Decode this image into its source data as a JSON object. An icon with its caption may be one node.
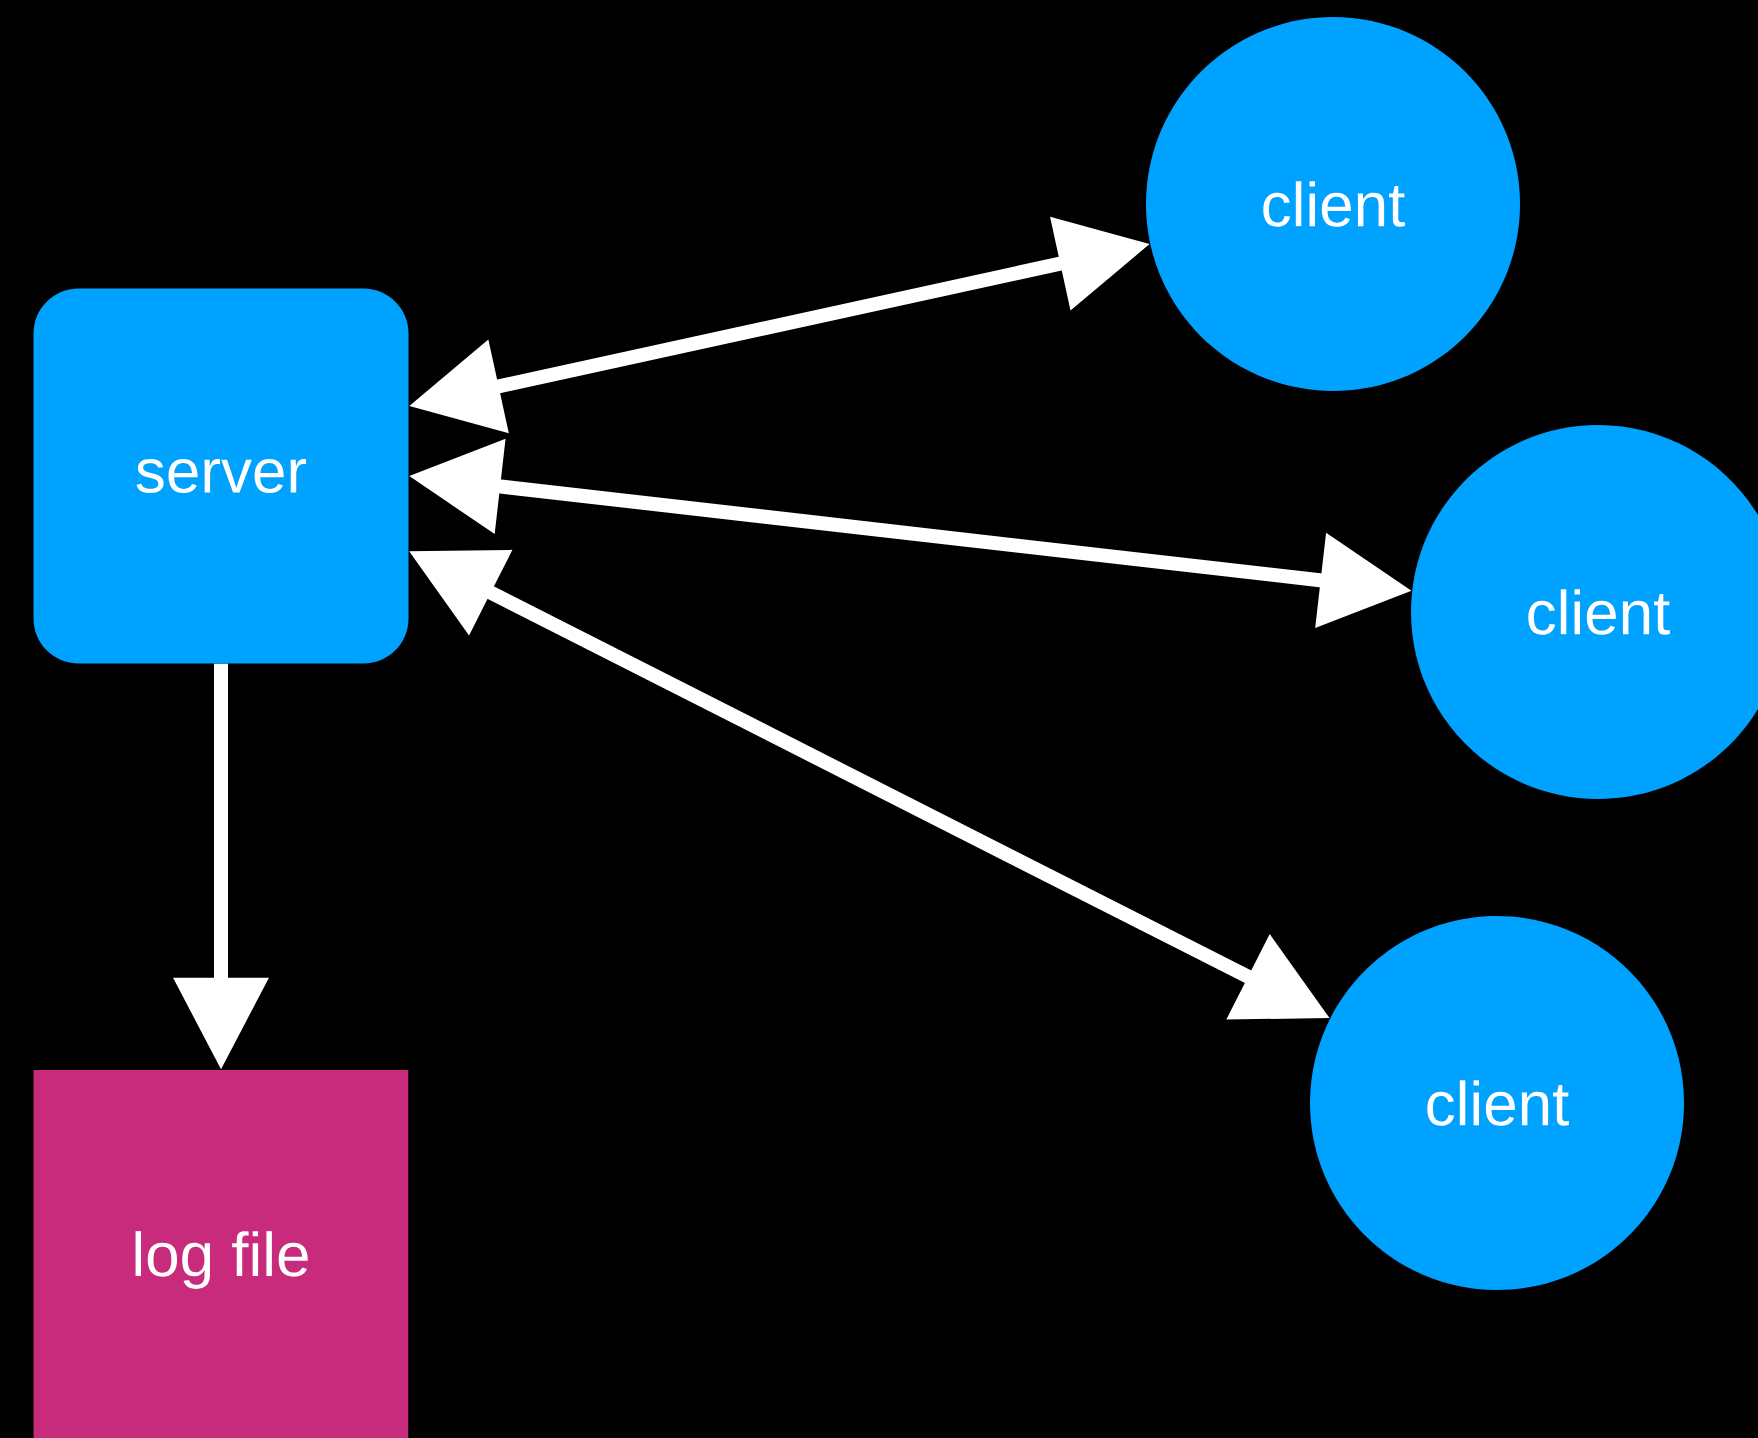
{
  "diagram": {
    "nodes": [
      {
        "text": [
          "server"
        ]
      },
      {
        "text": [
          "client"
        ]
      },
      {
        "text": [
          "client"
        ]
      },
      {
        "text": [
          "client"
        ]
      },
      {
        "text": [
          "log file"
        ]
      }
    ],
    "edges": [
      {
        "from": 0,
        "to": 1,
        "arrow": "both"
      },
      {
        "from": 0,
        "to": 2,
        "arrow": "both"
      },
      {
        "from": 0,
        "to": 3,
        "arrow": "both"
      },
      {
        "from": 0,
        "to": 4,
        "arrow": "to"
      }
    ]
  }
}
